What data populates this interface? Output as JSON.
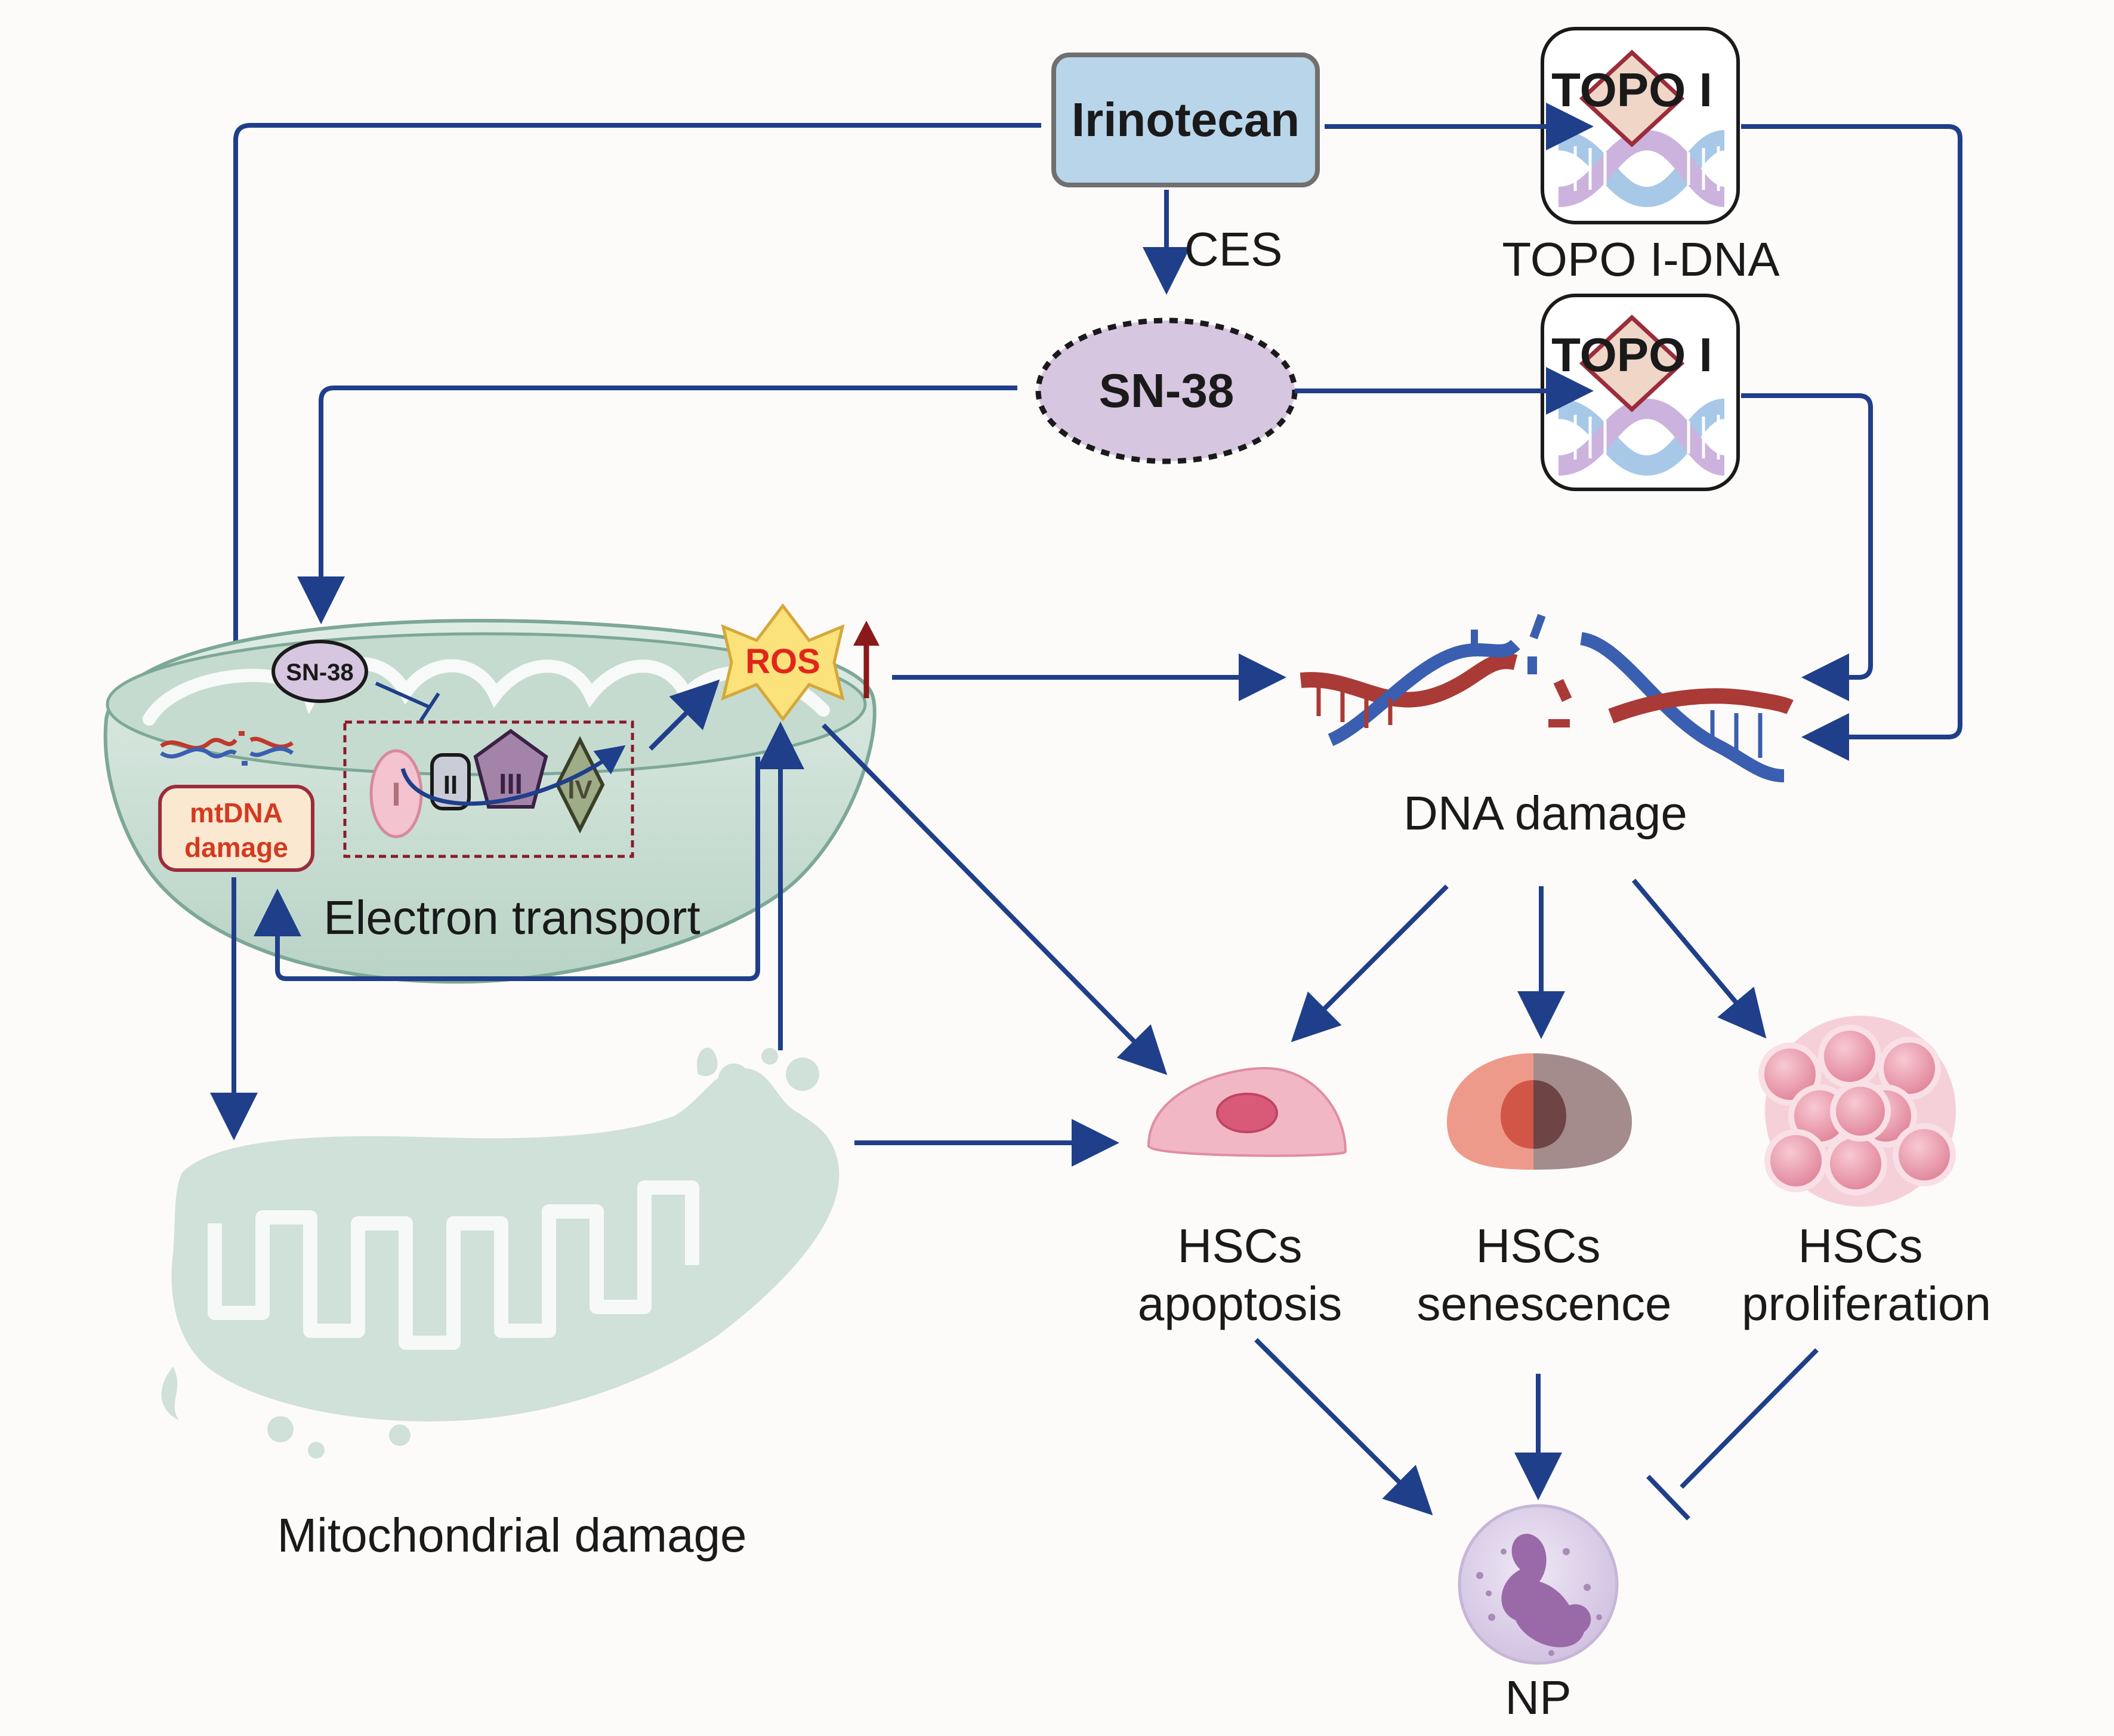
{
  "nodes": {
    "irinotecan": "Irinotecan",
    "ces": "CES",
    "sn38": "SN-38",
    "sn38_small": "SN-38",
    "topo_top": "TOPO I",
    "topo_bottom": "TOPO I",
    "topo_dna": "TOPO I-DNA",
    "ros": "ROS",
    "mtdna_line1": "mtDNA",
    "mtdna_line2": "damage",
    "electron_transport": "Electron transport",
    "complex_1": "I",
    "complex_2": "II",
    "complex_3": "III",
    "complex_4": "IV",
    "dna_damage": "DNA damage",
    "mito_damage": "Mitochondrial damage",
    "apoptosis_line1": "HSCs",
    "apoptosis_line2": "apoptosis",
    "senescence_line1": "HSCs",
    "senescence_line2": "senescence",
    "proliferation_line1": "HSCs",
    "proliferation_line2": "proliferation",
    "np": "NP"
  },
  "colors": {
    "arrow": "#1f3f8a",
    "irinotecan_fill": "#b9d5ea",
    "sn38_fill": "#d7c6e0",
    "ros_fill": "#fbe27a",
    "ros_text": "#e1261c",
    "mtdna_text": "#d43a20",
    "up_arrow": "#8a1a1a",
    "mito_fill": "#cfe1d8",
    "cell_pink": "#f2b7c4",
    "np_fill": "#ded3ea"
  }
}
